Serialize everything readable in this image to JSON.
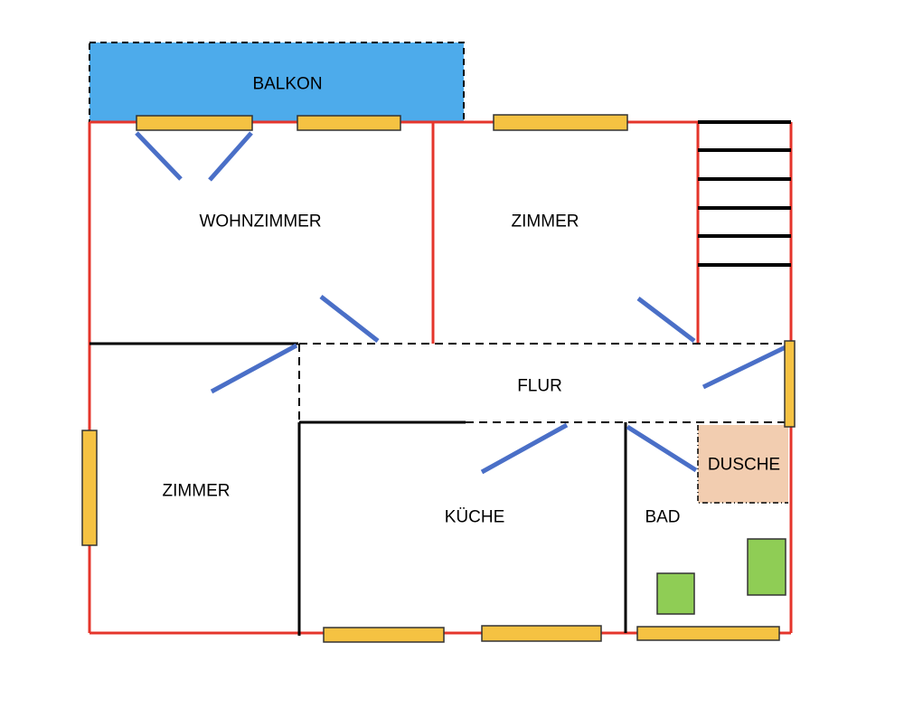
{
  "colors": {
    "exterior_wall": "#e5352b",
    "interior_wall": "#000000",
    "balcony": "#4dabeb",
    "window": "#f5c242",
    "door": "#4a6fc7",
    "shower": "#f2cdb0",
    "fixture": "#8fcd55",
    "stairs": "#000000"
  },
  "rooms": {
    "balkon": "BALKON",
    "wohnzimmer": "WOHNZIMMER",
    "zimmer_north": "ZIMMER",
    "flur": "FLUR",
    "zimmer_west": "ZIMMER",
    "kueche": "KÜCHE",
    "bad": "BAD",
    "dusche": "DUSCHE"
  }
}
